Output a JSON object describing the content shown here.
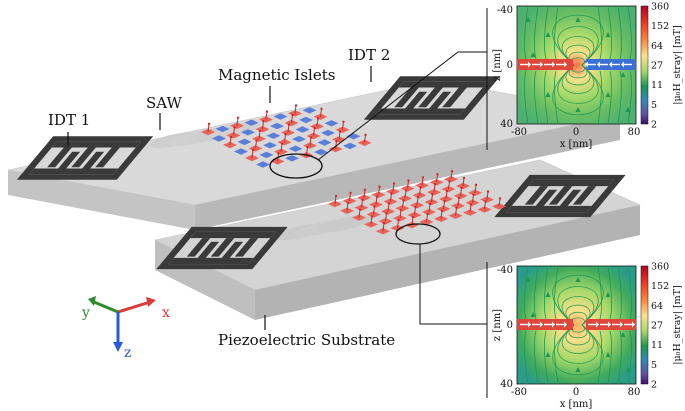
{
  "labels": {
    "idt1": "IDT 1",
    "idt2": "IDT 2",
    "saw": "SAW",
    "magnetic_islets": "Magnetic Islets",
    "substrate": "Piezoelectric Substrate"
  },
  "axes_triad": {
    "x": "x",
    "y": "y",
    "z": "z"
  },
  "inset_top": {
    "z_ticks": [
      "-40",
      "0",
      "40"
    ],
    "x_ticks": [
      "-80",
      "0",
      "80"
    ],
    "xlabel": "x [nm]",
    "ylabel": "z [nm]",
    "colorbar_ticks": [
      "360",
      "152",
      "64",
      "27",
      "11",
      "5",
      "2"
    ],
    "colorbar_label": "|μ₀H_stray| [mT]"
  },
  "inset_bottom": {
    "z_ticks": [
      "-40",
      "0",
      "40"
    ],
    "x_ticks": [
      "-80",
      "0",
      "80"
    ],
    "xlabel": "x [nm]",
    "ylabel": "z [nm]",
    "colorbar_ticks": [
      "360",
      "152",
      "64",
      "27",
      "11",
      "5",
      "2"
    ],
    "colorbar_label": "|μ₀H_stray| [mT]"
  },
  "colors": {
    "substrate_top": "#d4d4d4",
    "substrate_side": "#bdbdbd",
    "idt": "#3a3a3a",
    "islet_red": "#e8645a",
    "islet_blue": "#5a7fd8",
    "axis_x": "#d93a3a",
    "axis_y": "#2e8b2e",
    "axis_z": "#2a5bd7"
  }
}
